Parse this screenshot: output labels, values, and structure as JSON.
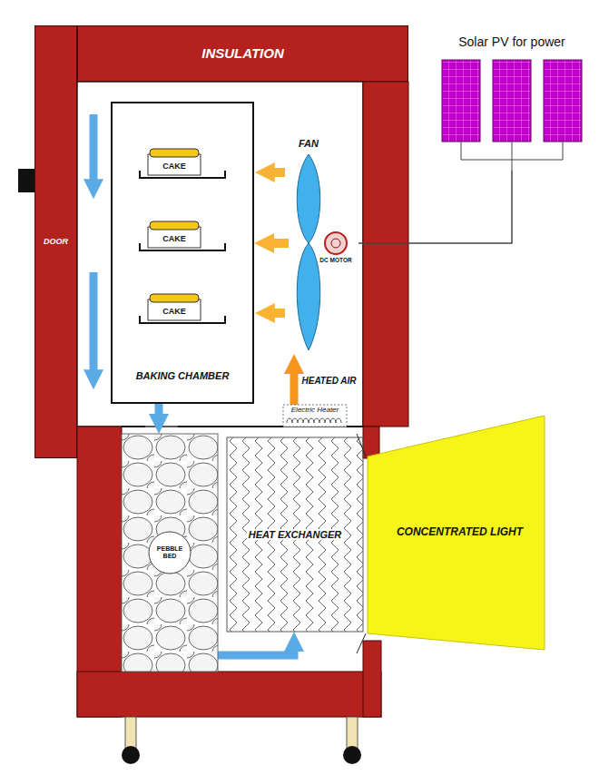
{
  "diagram": {
    "nodes": [
      {
        "text": [
          "INSULATION"
        ]
      },
      {
        "text": [
          "DOOR"
        ]
      },
      {
        "text": [
          "BAKING CHAMBER"
        ]
      },
      {
        "text": [
          "CAKE"
        ],
        "in": 2
      },
      {
        "text": [
          "CAKE"
        ],
        "in": 2
      },
      {
        "text": [
          "CAKE"
        ],
        "in": 2
      },
      {
        "text": [
          "FAN"
        ]
      },
      {
        "text": [
          "DC MOTOR"
        ]
      },
      {
        "text": [
          "Electric Heater"
        ]
      },
      {
        "text": [
          "HEAT EXCHANGER"
        ]
      },
      {
        "text": [
          "PEBBLE BED"
        ]
      },
      {
        "text": [
          "CONCENTRATED LIGHT"
        ]
      },
      {
        "text": [
          "Solar PV for power"
        ]
      }
    ],
    "edges": [
      {
        "from": 12,
        "to": 7,
        "arrow": "none"
      },
      {
        "from": 8,
        "to": 6,
        "arrow": "to",
        "label": "HEATED AIR"
      },
      {
        "from": 6,
        "to": 2,
        "arrow": "to"
      },
      {
        "from": 2,
        "to": 10,
        "arrow": "to"
      },
      {
        "from": 10,
        "to": 9,
        "arrow": "to"
      }
    ]
  }
}
